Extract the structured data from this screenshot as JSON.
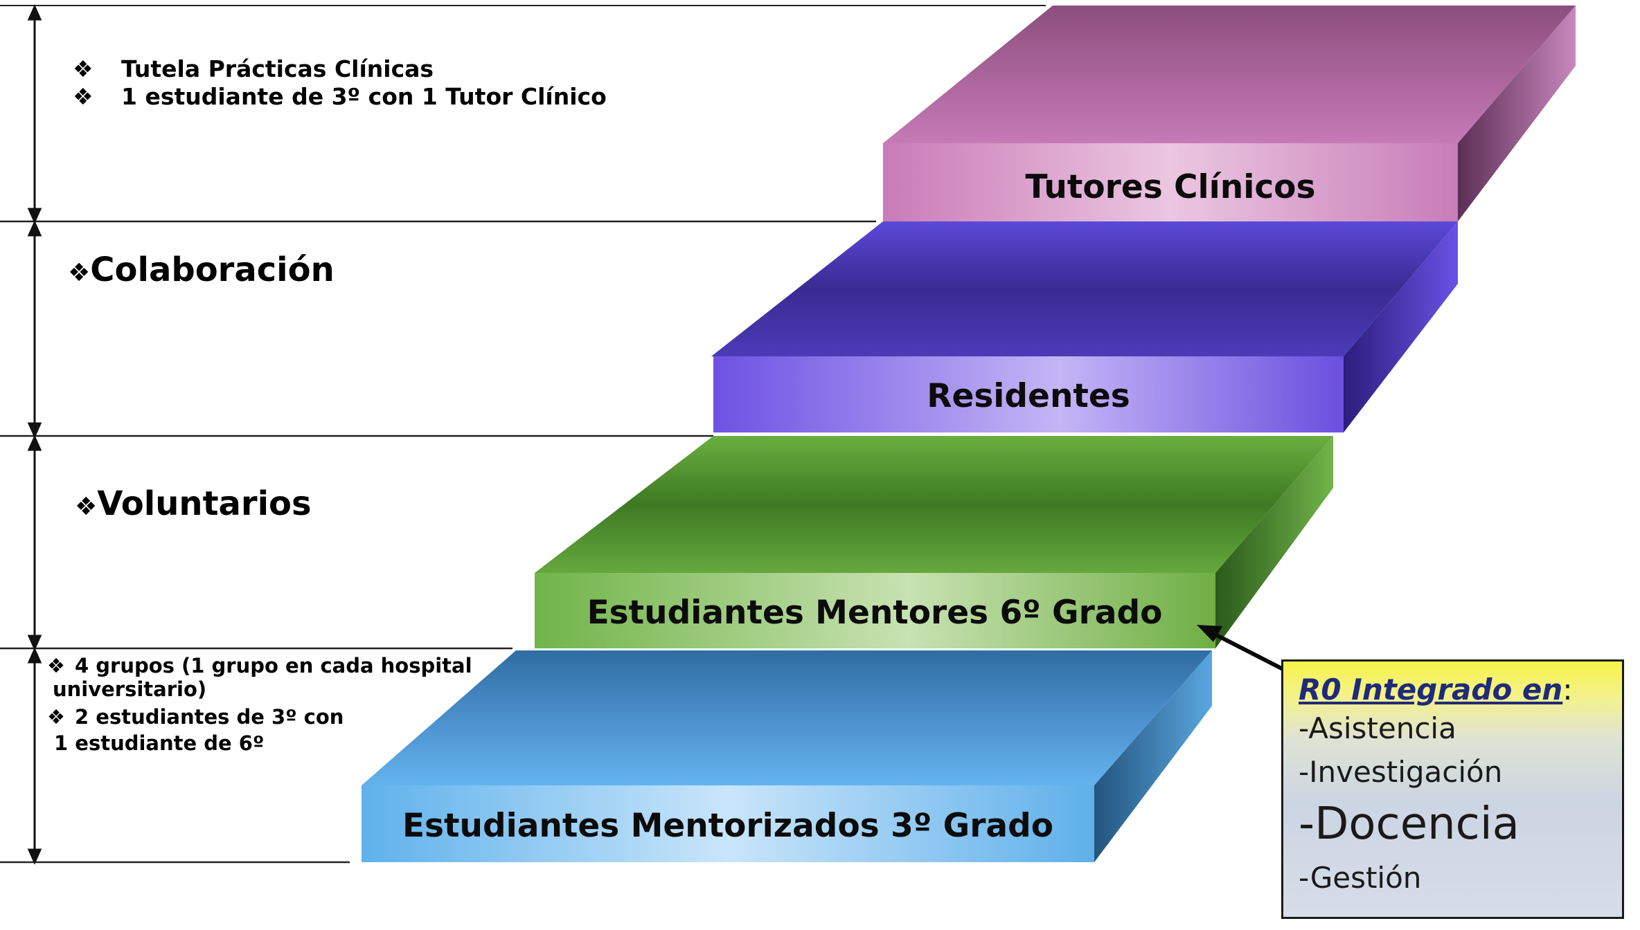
{
  "levels": [
    {
      "label": "Tutores Clínicos"
    },
    {
      "label": "Residentes"
    },
    {
      "label": "Estudiantes Mentores 6º Grado"
    },
    {
      "label": "Estudiantes Mentorizados 3º Grado"
    }
  ],
  "side_notes": {
    "level1": [
      "Tutela Prácticas Clínicas",
      "1 estudiante de 3º con 1 Tutor Clínico"
    ],
    "level2": "Colaboración",
    "level3": "Voluntarios",
    "level4": {
      "line1": "4 grupos (1 grupo en cada hospital",
      "line2": "universitario)",
      "line3": "2 estudiantes de 3º con",
      "line4": "1 estudiante de 6º"
    },
    "bullet": "❖"
  },
  "r0_box": {
    "title": "R0 Integrado en",
    "title_suffix": ":",
    "items": [
      "-Asistencia",
      "-Investigación",
      "-Docencia",
      "-Gestión"
    ]
  },
  "colors": {
    "tutores": "#c67ab6",
    "residentes": "#6a4fdc",
    "mentores": "#6fae44",
    "mentorizados": "#62b3ea",
    "r0_title": "#1f2a7a"
  }
}
